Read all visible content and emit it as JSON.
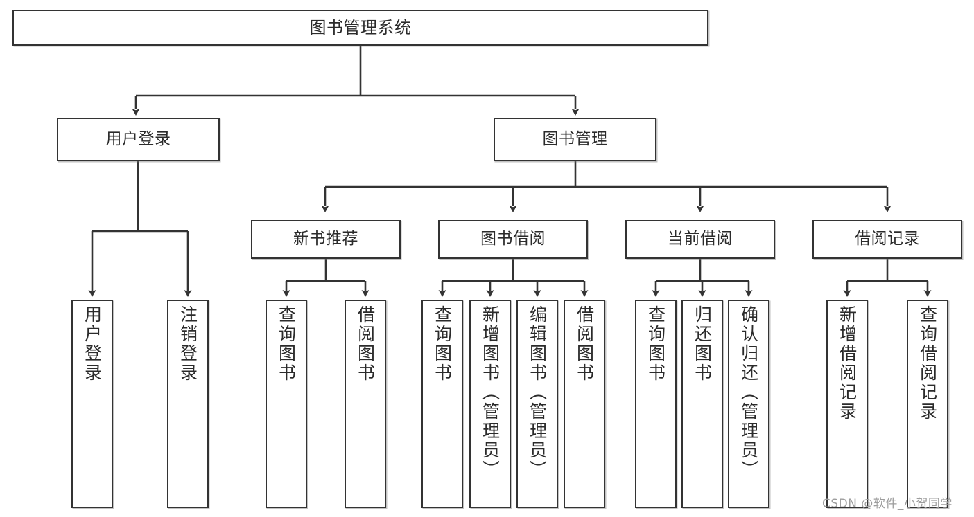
{
  "diagram": {
    "title": "图书管理系统",
    "watermark": "CSDN @软件_小贺同学",
    "levels": {
      "root": {
        "label": "图书管理系统"
      },
      "level2": [
        {
          "label": "用户登录"
        },
        {
          "label": "图书管理"
        }
      ],
      "level3": [
        {
          "label": "新书推荐"
        },
        {
          "label": "图书借阅"
        },
        {
          "label": "当前借阅"
        },
        {
          "label": "借阅记录"
        }
      ],
      "leaves": {
        "user_login": [
          {
            "label": "用户登录"
          },
          {
            "label": "注销登录"
          }
        ],
        "new_book_recommend": [
          {
            "label": "查询图书"
          },
          {
            "label": "借阅图书"
          }
        ],
        "book_borrow": [
          {
            "label": "查询图书"
          },
          {
            "label": "新增图书（管理员）"
          },
          {
            "label": "编辑图书（管理员）"
          },
          {
            "label": "借阅图书"
          }
        ],
        "current_borrow": [
          {
            "label": "查询图书"
          },
          {
            "label": "归还图书"
          },
          {
            "label": "确认归还（管理员）"
          }
        ],
        "borrow_record": [
          {
            "label": "新增借阅记录"
          },
          {
            "label": "查询借阅记录"
          }
        ]
      }
    },
    "colors": {
      "stroke": "#333333",
      "fill": "#ffffff",
      "text": "#2b2b2b",
      "watermark": "#9d9d9d"
    }
  }
}
